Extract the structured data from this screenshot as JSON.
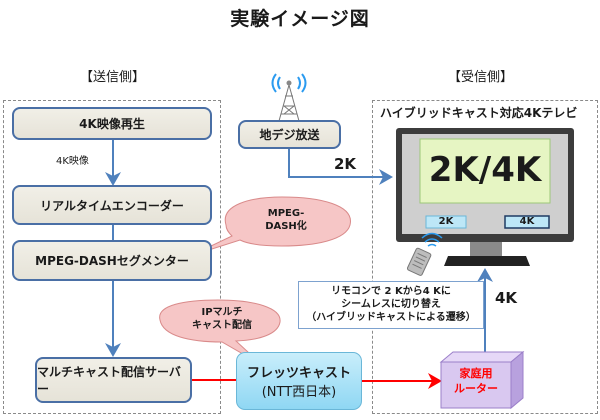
{
  "title": "実験イメージ図",
  "sender": {
    "label": "【送信側】",
    "steps": [
      "4K映像再生",
      "リアルタイムエンコーダー",
      "MPEG-DASHセグメンター",
      "マルチキャスト配信サーバー"
    ],
    "edge_label": "4K映像"
  },
  "receiver": {
    "label": "【受信側】",
    "tv_title": "ハイブリッドキャスト対応4Kテレビ",
    "screen_text": "2K/4K",
    "buttons": [
      "2K",
      "4K"
    ],
    "router": [
      "家庭用",
      "ルーター"
    ],
    "router_to_tv_label": "4K"
  },
  "broadcast": {
    "label": "地デジ放送",
    "edge_label": "2K"
  },
  "bubbles": {
    "dash": [
      "MPEG-",
      "DASH化"
    ],
    "multicast": [
      "IPマルチ",
      "キャスト配信"
    ]
  },
  "flets": {
    "line1": "フレッツキャスト",
    "line2": "(NTT西日本)"
  },
  "note": [
    "リモコンで 2 Kから4 Kに",
    "シームレスに切り替え",
    "（ハイブリッドキャストによる遷移）"
  ],
  "colors": {
    "flow_arrow": "#4f81bd",
    "network_line": "#ff0000",
    "router_text": "#ff0000",
    "router_fill": "#d9c8f0",
    "screen_fill": "#e6f5c3"
  }
}
